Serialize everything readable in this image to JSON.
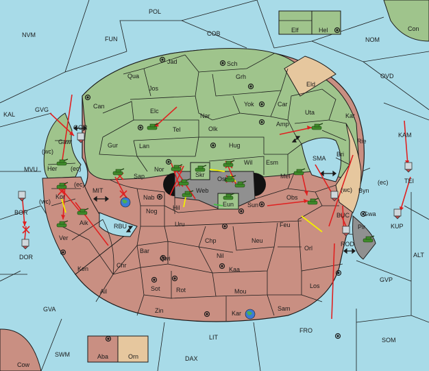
{
  "colors": {
    "sea": "#a8dbe8",
    "land_green": "#9fc48c",
    "land_red": "#c98f82",
    "land_tan": "#e6c79e",
    "land_gray": "#909090",
    "border": "#1a1a1a",
    "order_red": "#e02020",
    "order_yellow": "#f4f000",
    "order_green": "#40c040",
    "cross": "#e02020"
  },
  "sea_labels": {
    "pol": "POL",
    "nvm": "NVM",
    "fun": "FUN",
    "cob": "COB",
    "nom": "NOM",
    "ovd": "OVD",
    "kal": "KAL",
    "gvg": "GVG",
    "mvu": "MVU",
    "mit": "MIT",
    "rbu": "RBU",
    "sma": "SMA",
    "kam": "KAM",
    "alt": "ALT",
    "gvp": "GVP",
    "gva": "GVA",
    "swm": "SWM",
    "lit": "LIT",
    "fro": "FRO",
    "som": "SOM",
    "dax": "DAX",
    "rod": "ROD",
    "ec1": "(ec)",
    "ec2": "(ec)",
    "ec3": "(ec)",
    "wc1": "(wc)",
    "wc2": "(wc)",
    "wc3": "(wc)"
  },
  "land_labels": {
    "jad": "Jad",
    "sch": "Sch",
    "qua": "Qua",
    "jos": "Jos",
    "grh": "Grh",
    "eld": "Eld",
    "can": "Can",
    "elc": "Elc",
    "nar": "Nar",
    "yok": "Yok",
    "car": "Car",
    "uta": "Uta",
    "kat": "Kat",
    "tel": "Tel",
    "olk": "Olk",
    "amp": "Amp",
    "gur": "Gur",
    "lan": "Lan",
    "hug": "Hug",
    "rie": "Rie",
    "gor": "GOR",
    "gaw": "Gaw",
    "her": "Her",
    "nor": "Nor",
    "sap": "Sap",
    "skr": "Skr",
    "wil": "Wil",
    "esm": "Esm",
    "bri": "Bri",
    "ost": "Ost",
    "web": "Web",
    "mel": "Mel",
    "byn": "Byn",
    "nab": "Nab",
    "eun": "Eun",
    "sun": "Sun",
    "obs": "Obs",
    "hil": "Hil",
    "nog": "Nog",
    "kor": "Kor",
    "aik": "Aik",
    "ver": "Ver",
    "bor": "BOR",
    "dor": "DOR",
    "uru": "Uru",
    "feu": "Feu",
    "buc": "BUC",
    "tei": "TEI",
    "kup": "KUP",
    "gwa": "Gwa",
    "pir": "Pir",
    "chp": "Chp",
    "neu": "Neu",
    "orl": "Orl",
    "bar": "Bar",
    "qwi": "Qwi",
    "nil": "Nil",
    "ken": "Ken",
    "chr": "Chr",
    "kaa": "Kaa",
    "ail": "Ail",
    "sot": "Sot",
    "rot": "Rot",
    "mou": "Mou",
    "los": "Los",
    "zin": "Zin",
    "kar": "Kar",
    "sam": "Sam",
    "elf": "Elf",
    "hel": "Hel",
    "con": "Con",
    "aba": "Aba",
    "orn": "Orn",
    "cow": "Cow"
  }
}
